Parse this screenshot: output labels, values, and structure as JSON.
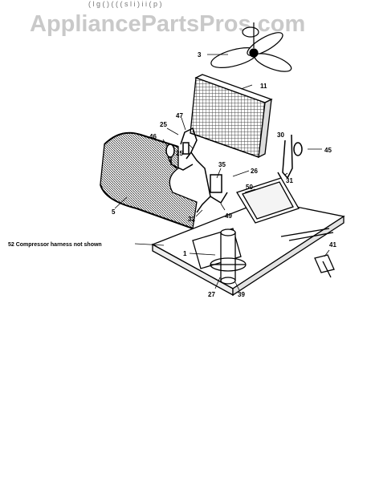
{
  "header": {
    "top_fragment": "( l  g   ( ) (  ( ( s  l i  ) i  i  ( p  )",
    "watermark": "AppliancePartsPros.com"
  },
  "diagram": {
    "callouts": {
      "c3": "3",
      "c11": "11",
      "c47": "47",
      "c25a": "25",
      "c25b": "25",
      "c46": "46",
      "c30": "30",
      "c45": "45",
      "c31": "31",
      "c35": "35",
      "c26": "26",
      "c50": "50",
      "c5": "5",
      "c32": "32",
      "c49": "49",
      "c1": "1",
      "c41": "41",
      "c27": "27",
      "c39": "39"
    },
    "note": "52 Compressor harness not shown"
  }
}
